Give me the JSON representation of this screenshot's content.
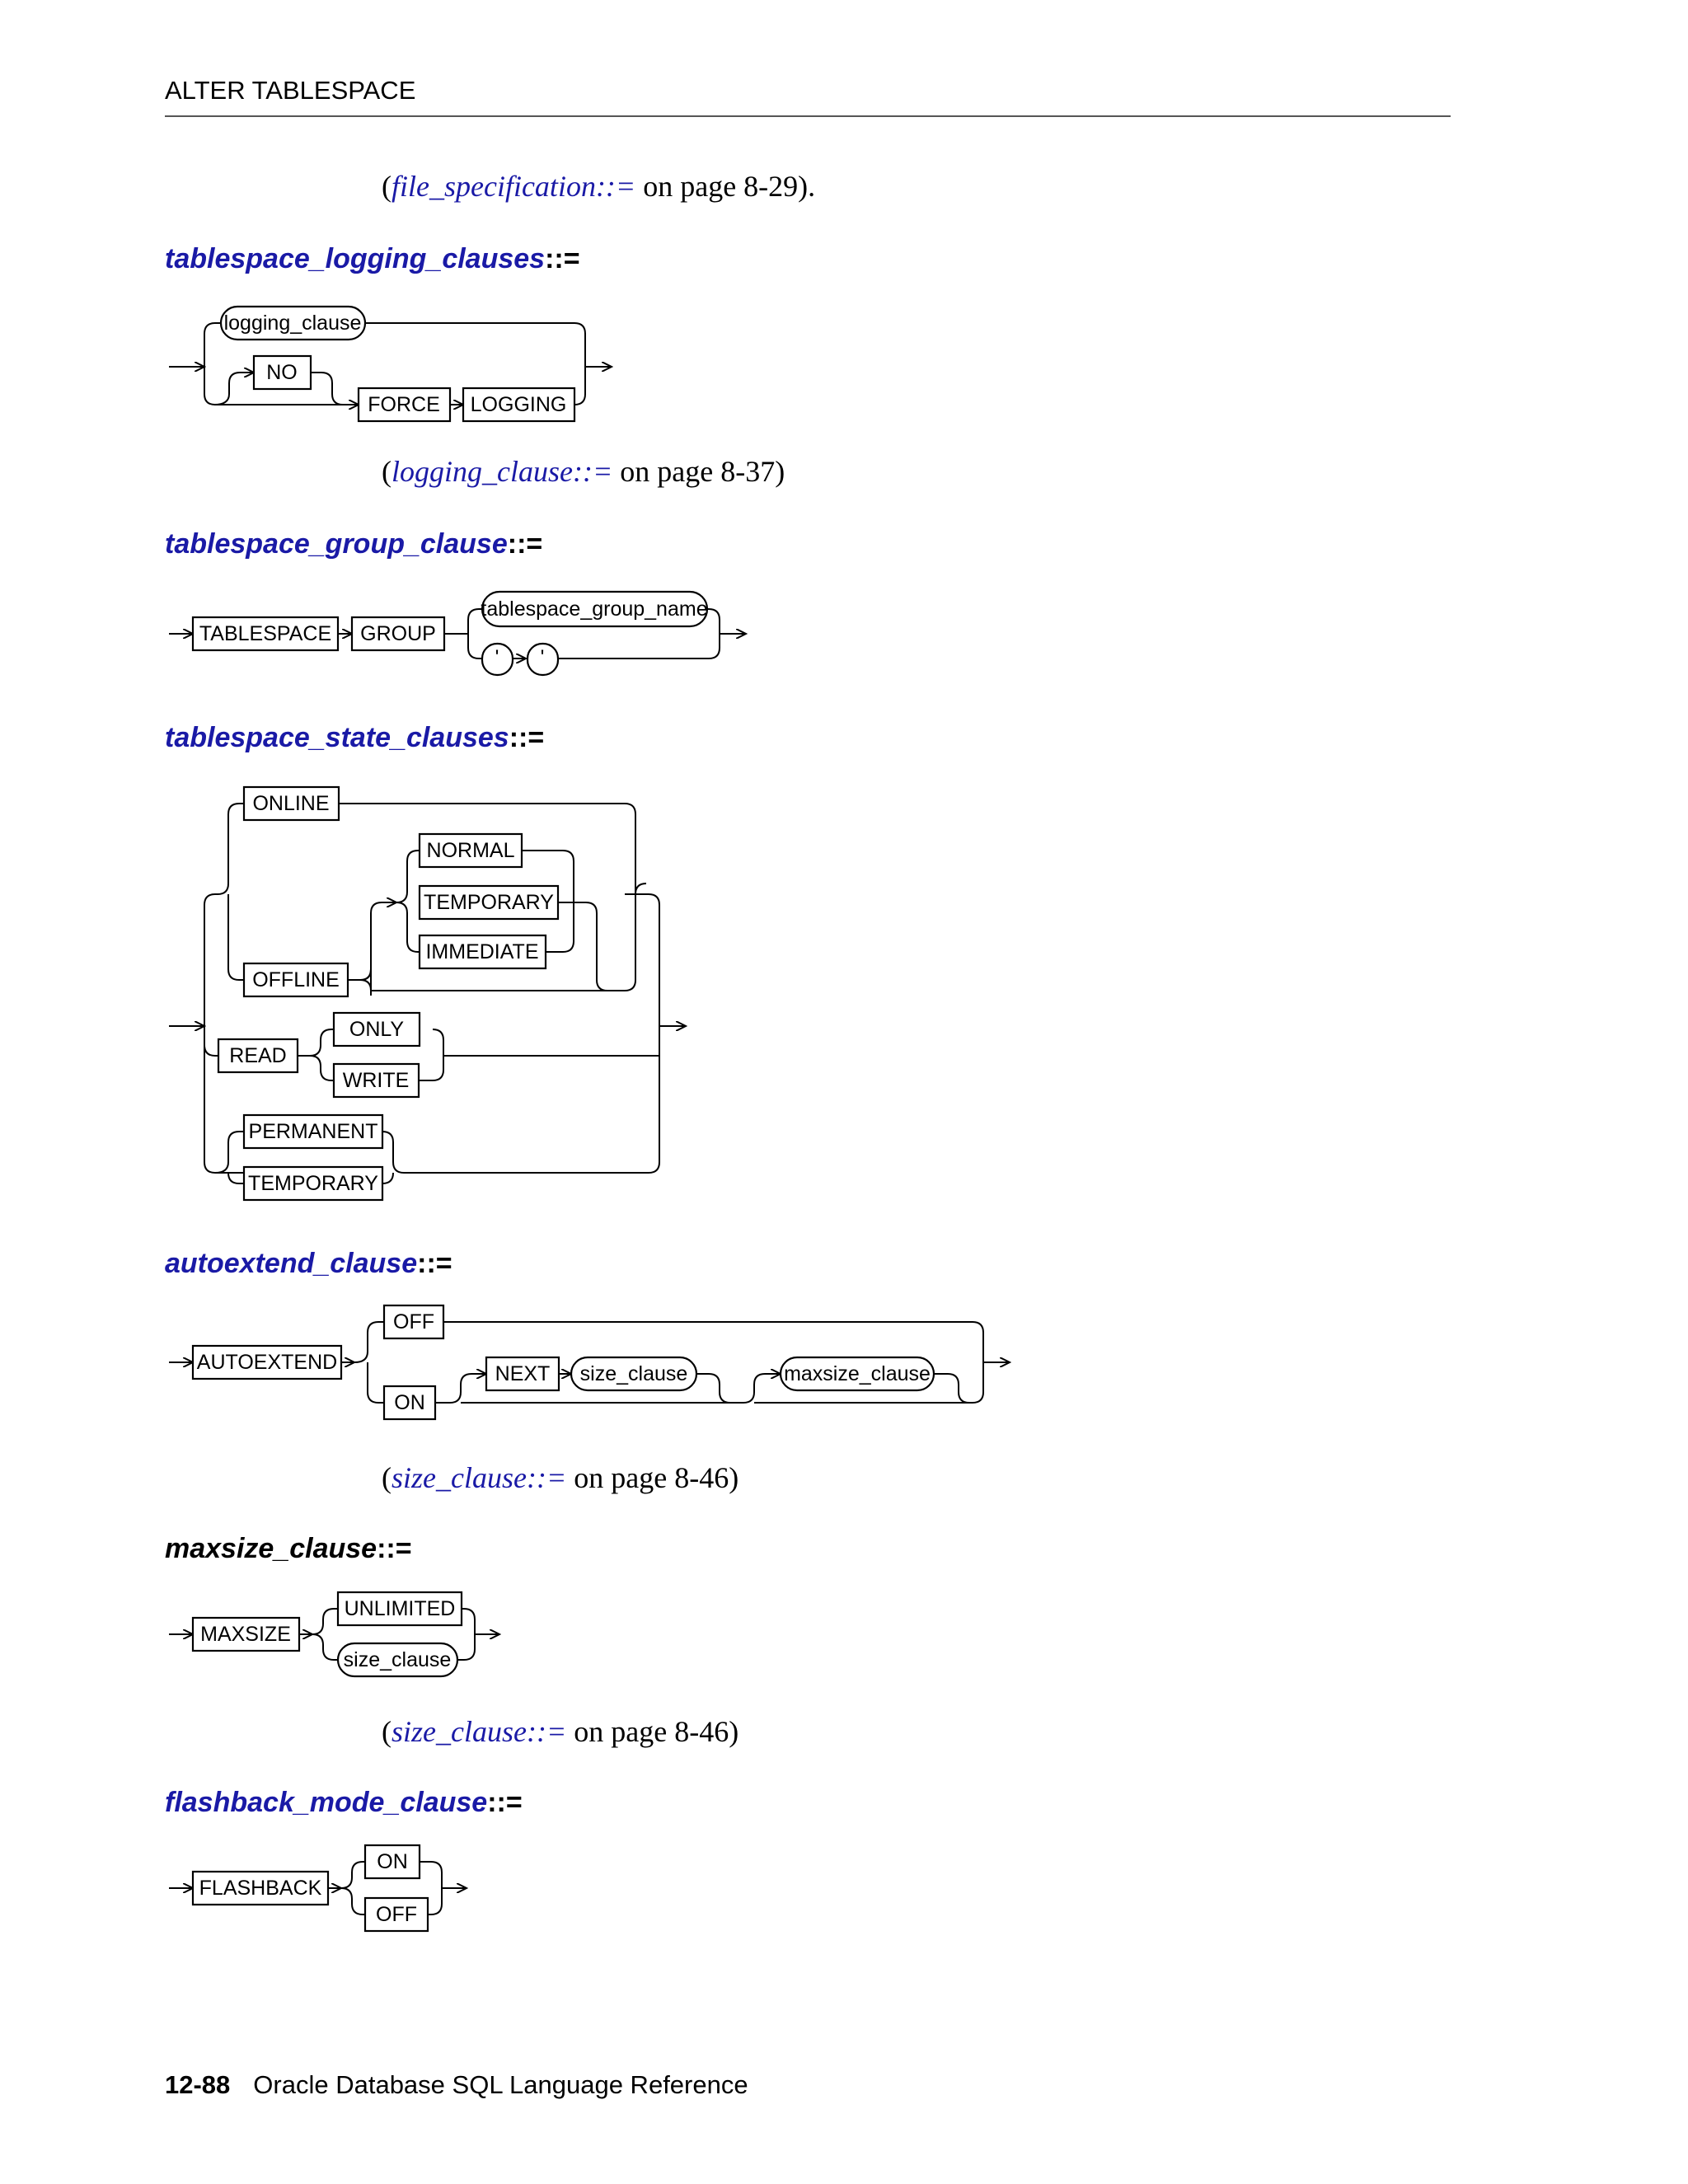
{
  "header": {
    "title": "ALTER TABLESPACE"
  },
  "refs": {
    "file_spec": {
      "open": "(",
      "link": "file_specification::=",
      "rest": " on page 8-29)."
    },
    "logging": {
      "open": "(",
      "link": "logging_clause::=",
      "rest": " on page 8-37)"
    },
    "size1": {
      "open": "(",
      "link": "size_clause::=",
      "rest": " on page 8-46)"
    },
    "size2": {
      "open": "(",
      "link": "size_clause::=",
      "rest": " on page 8-46)"
    }
  },
  "sections": {
    "logging": {
      "name": "tablespace_logging_clauses",
      "op": "::="
    },
    "group": {
      "name": "tablespace_group_clause",
      "op": "::="
    },
    "state": {
      "name": "tablespace_state_clauses",
      "op": "::="
    },
    "autoextend": {
      "name": "autoextend_clause",
      "op": "::="
    },
    "maxsize": {
      "name": "maxsize_clause",
      "op": "::="
    },
    "flashback": {
      "name": "flashback_mode_clause",
      "op": "::="
    }
  },
  "diagram": {
    "logging": {
      "logging_clause": "logging_clause",
      "no": "NO",
      "force": "FORCE",
      "logging": "LOGGING"
    },
    "group": {
      "tablespace": "TABLESPACE",
      "group": "GROUP",
      "group_name": "tablespace_group_name",
      "quote1": "'",
      "quote2": "'"
    },
    "state": {
      "online": "ONLINE",
      "offline": "OFFLINE",
      "normal": "NORMAL",
      "temporary": "TEMPORARY",
      "immediate": "IMMEDIATE",
      "read": "READ",
      "only": "ONLY",
      "write": "WRITE",
      "permanent": "PERMANENT",
      "temporary2": "TEMPORARY"
    },
    "autoextend": {
      "autoextend": "AUTOEXTEND",
      "off": "OFF",
      "on": "ON",
      "next": "NEXT",
      "size_clause": "size_clause",
      "maxsize_clause": "maxsize_clause"
    },
    "maxsize": {
      "maxsize": "MAXSIZE",
      "unlimited": "UNLIMITED",
      "size_clause": "size_clause"
    },
    "flashback": {
      "flashback": "FLASHBACK",
      "on": "ON",
      "off": "OFF"
    }
  },
  "footer": {
    "page_number": "12-88",
    "book_title": "Oracle Database SQL Language Reference"
  }
}
